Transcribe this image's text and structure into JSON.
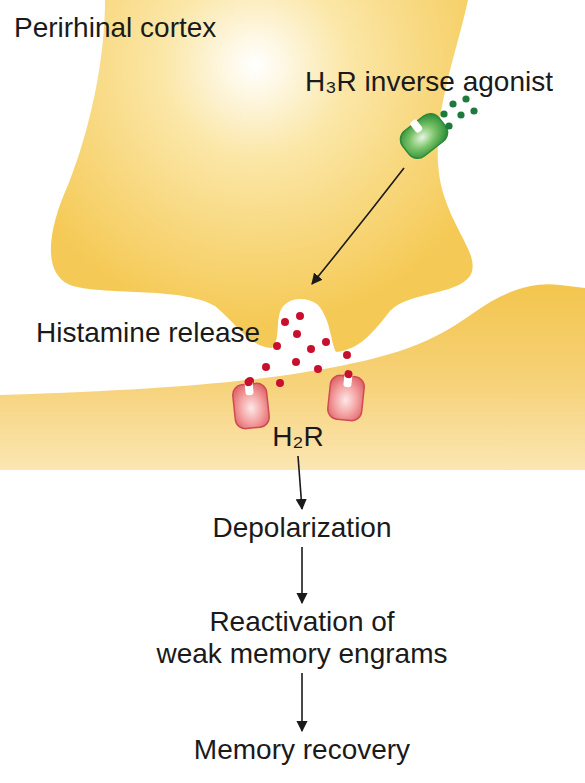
{
  "diagram": {
    "nodes": [
      {
        "text": [
          "H₂R"
        ]
      },
      {
        "text": [
          "Depolarization"
        ]
      },
      {
        "text": [
          "Reactivation of weak memory engrams"
        ]
      },
      {
        "text": [
          "Memory recovery"
        ]
      }
    ],
    "edges": [
      {
        "from": 0,
        "to": 1,
        "arrow": "to"
      },
      {
        "from": 1,
        "to": 2,
        "arrow": "to"
      },
      {
        "from": 2,
        "to": 3,
        "arrow": "to"
      }
    ],
    "labels": [
      "Perirhinal cortex",
      "H₃R inverse agonist",
      "Histamine release"
    ]
  }
}
